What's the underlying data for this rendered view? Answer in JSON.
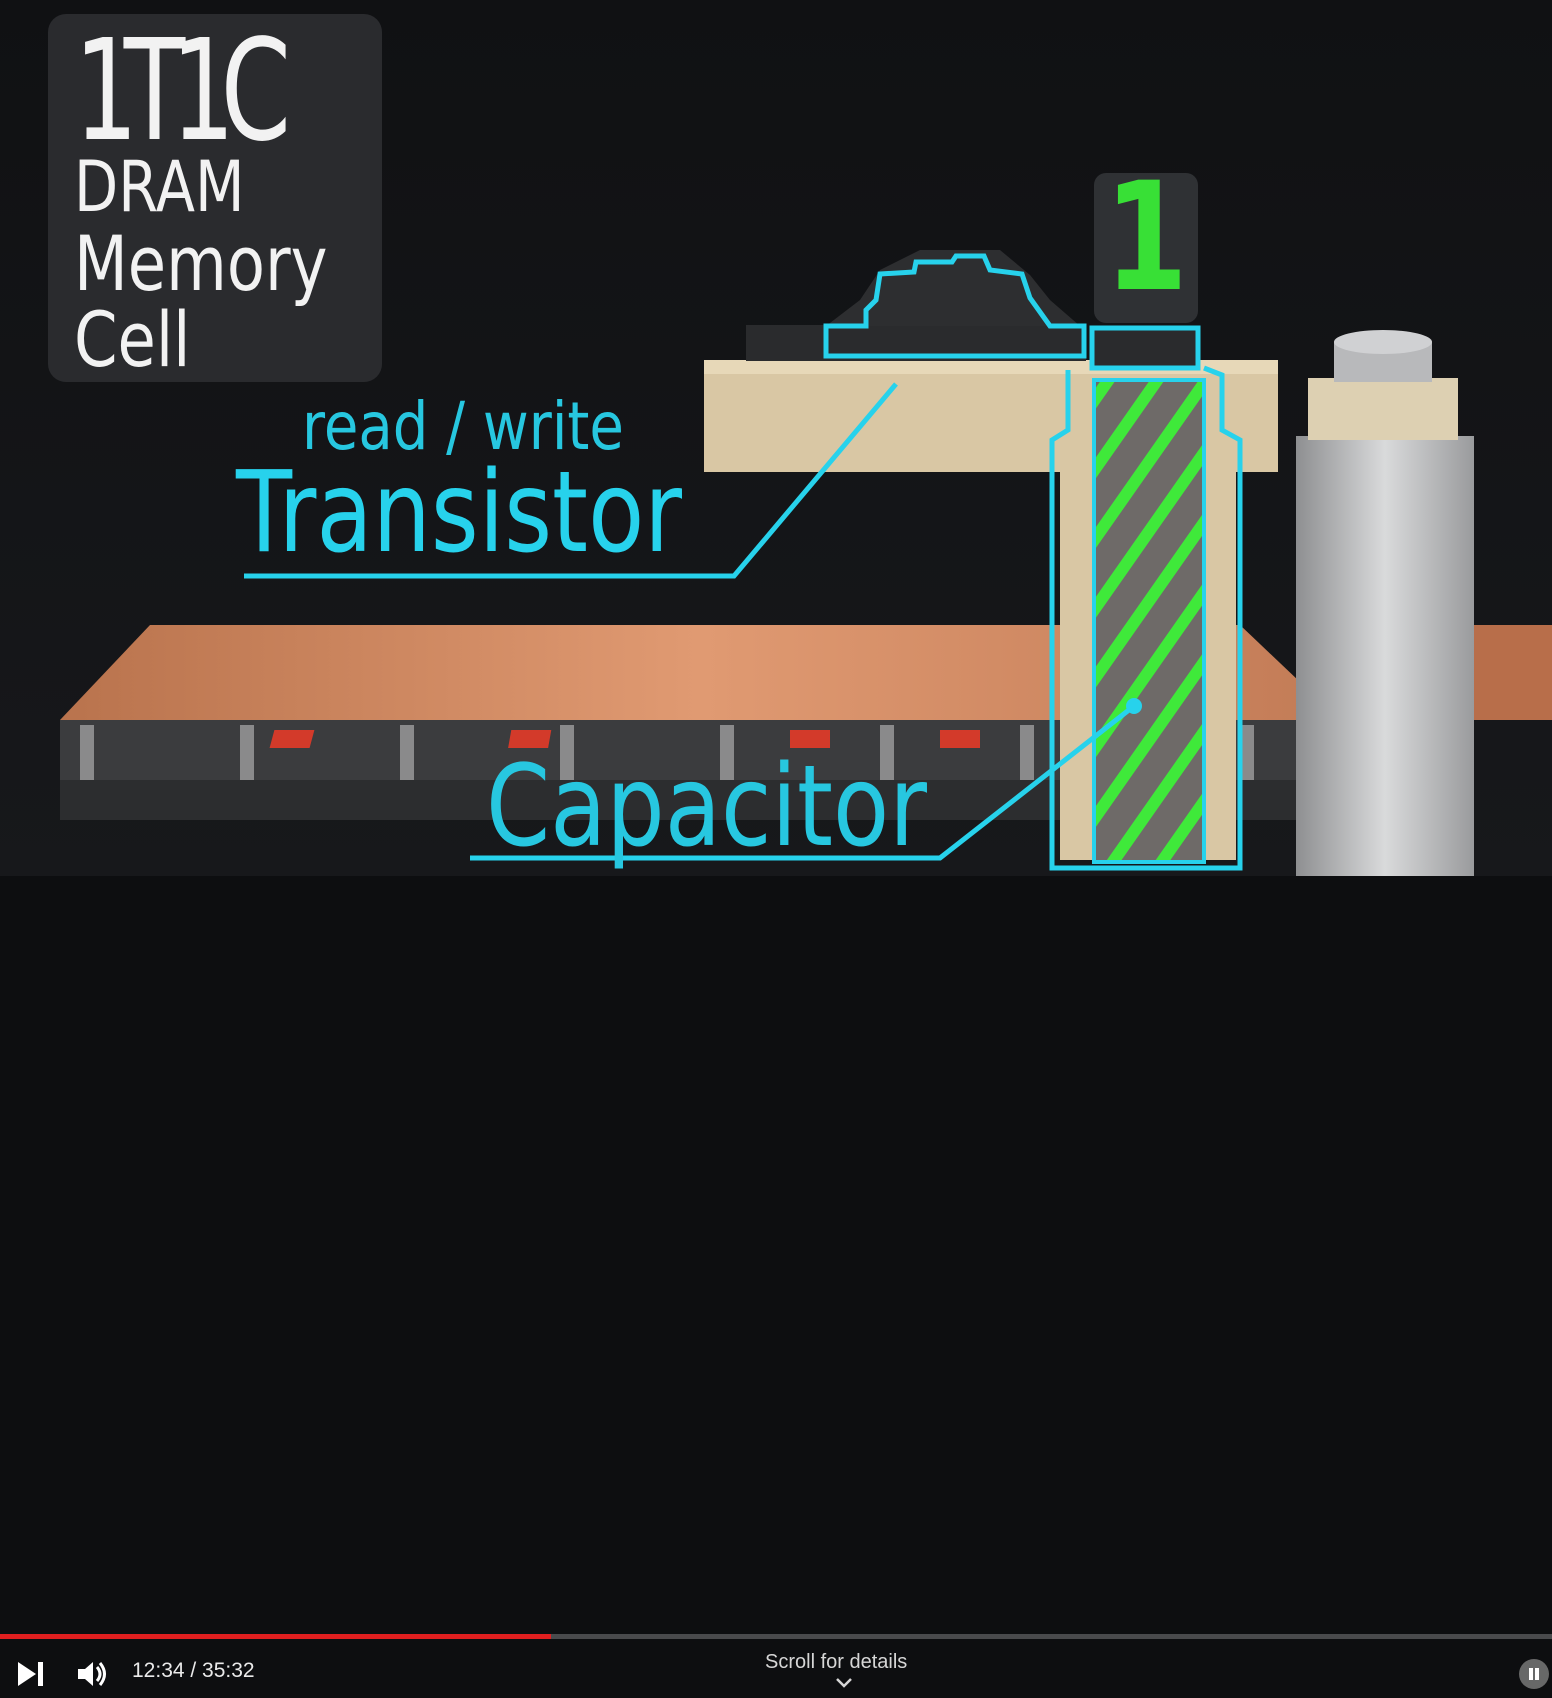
{
  "video": {
    "title_card": {
      "line1": "1T1C",
      "line2": "DRAM",
      "line3": "Memory",
      "line4": "Cell"
    },
    "label_read_write": "read / write",
    "label_transistor": "Transistor",
    "label_capacitor": "Capacitor",
    "stored_bit": "1"
  },
  "player": {
    "time_display": "12:34 / 35:32",
    "progress_fraction": 0.355,
    "scroll_hint": "Scroll for details",
    "colors": {
      "progress": "#e01f1f",
      "accent_cyan": "#27d2ec",
      "bit_green": "#38e036"
    },
    "icons": [
      "next-icon",
      "volume-icon",
      "chevron-down-icon",
      "pause-icon"
    ]
  }
}
